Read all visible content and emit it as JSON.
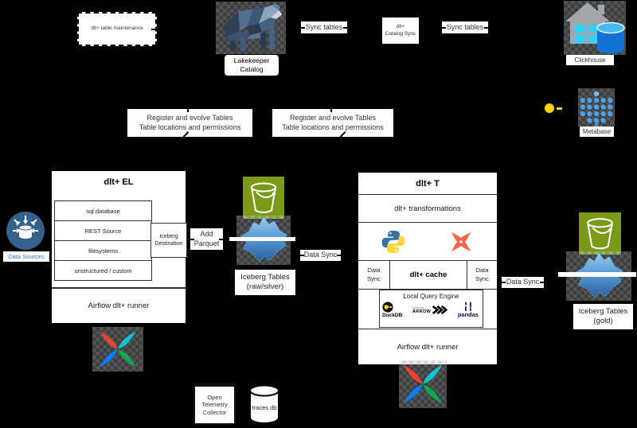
{
  "colors": {
    "background": "#000000",
    "airflow_red": "#e8432c",
    "airflow_teal": "#12c3cf",
    "airflow_green": "#09ab4c",
    "airflow_blue": "#0a7ef0",
    "iceberg_blue": "#4a90d9",
    "bucket_green": "#7a9b18",
    "python_blue": "#3872a3",
    "python_yellow": "#ffd43b",
    "dbt_orange": "#f9624b",
    "metabase_blue": "#509ee3",
    "clickhouse_cylinder_blue": "#1272d4",
    "data_sources_blue": "#35628c",
    "pandas_purple": "#130754",
    "duckdb_yellow": "#ffe000",
    "yellow_dot": "#ffd400"
  },
  "icons": {
    "lakekeeper": "low-poly-bear-icon",
    "clickhouse": "house-with-database-icon",
    "metabase": "dot-grid-icon",
    "data_sources": "database-in-circle-icon",
    "bucket": "s3-bucket-icon",
    "iceberg": "iceberg-icon",
    "airflow": "pinwheel-icon",
    "python": "python-icon",
    "dbt": "orange-x-icon",
    "duckdb": "duck-circle-icon",
    "arrow": "triple-chevron-icon",
    "pandas": "pandas-mark-icon",
    "traces": "database-cylinder-icon",
    "yellow_dot": "yellow-dot-icon"
  },
  "nodes": {
    "table_maintenance": {
      "label": "dlt+ table maintenance"
    },
    "lakekeeper": {
      "line1": "Lakekeeper",
      "line2": "Catalog"
    },
    "sync_tables_left": "Sync tables",
    "catalog_sync": {
      "line1": "dlt+",
      "line2": "Catalog Sync"
    },
    "sync_tables_right": "Sync tables",
    "clickhouse": "Clickhouse",
    "metabase": "Metabase",
    "register_left": {
      "line1": "Register and evolve Tables",
      "line2": "Table locations and permissions"
    },
    "register_right": {
      "line1": "Register and evolve Tables",
      "line2": "Table locations and permissions"
    },
    "el": {
      "title": "dlt+ EL",
      "sources": [
        "sql database",
        "REST Source",
        "filesystems",
        "unstructured / custom"
      ],
      "destination_line1": "Iceberg",
      "destination_line2": "Destination",
      "runner": "Airflow dlt+ runner"
    },
    "data_sources": "Data Sources",
    "add_parquet": {
      "line1": "Add",
      "line2": "Parquet"
    },
    "iceberg_raw": {
      "line1": "Iceberg Tables",
      "line2": "(raw/silver)"
    },
    "data_sync_mid": "Data Sync",
    "t": {
      "title": "dlt+ T",
      "transformations": "dlt+ transformations",
      "ds_left_line1": "Data",
      "ds_left_line2": "Sync",
      "cache": "dlt+ cache",
      "ds_right_line1": "Data",
      "ds_right_line2": "Sync",
      "lqe_title": "Local Query Engine",
      "duckdb": "DuckDB",
      "apache": "APACHE",
      "arrow": "ARROW",
      "pandas": "pandas",
      "runner": "Airflow dlt+ runner"
    },
    "data_sync_out": "Data Sync",
    "iceberg_gold": {
      "line1": "Iceberg Tables",
      "line2": "(gold)"
    },
    "otel": {
      "line1": "Open",
      "line2": "Telemetry",
      "line3": "Collector"
    },
    "traces_db": "traces db"
  }
}
